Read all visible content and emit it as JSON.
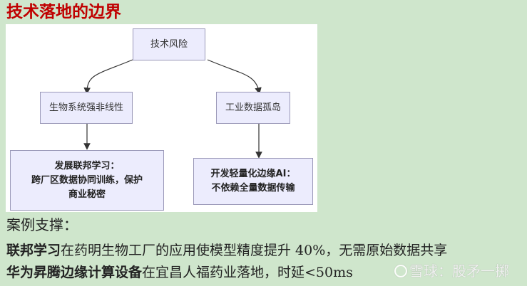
{
  "title": "技术落地的边界",
  "diagram": {
    "root": "技术风险",
    "branches": [
      {
        "label": "生物系统强非线性",
        "solution": [
          "发展联邦学习：",
          "跨厂区数据协同训练，保护",
          "商业秘密"
        ]
      },
      {
        "label": "工业数据孤岛",
        "solution": [
          "开发轻量化边缘AI：",
          "不依赖全量数据传输"
        ]
      }
    ],
    "colors": {
      "node_fill": "#ececfd",
      "node_border": "#9a98b8",
      "edge": "#333333"
    }
  },
  "cases": {
    "heading": "案例支撑：",
    "items": [
      {
        "bold": "联邦学习",
        "text": "在药明生物工厂的应用使模型精度提升 40%，无需原始数据共享"
      },
      {
        "bold": "华为昇腾边缘计算设备",
        "text": "在宜昌人福药业落地，时延<50ms"
      }
    ]
  },
  "watermark": "雪球：股矛一掷",
  "colors": {
    "background": "#cfe6cc",
    "title": "#c00000"
  }
}
